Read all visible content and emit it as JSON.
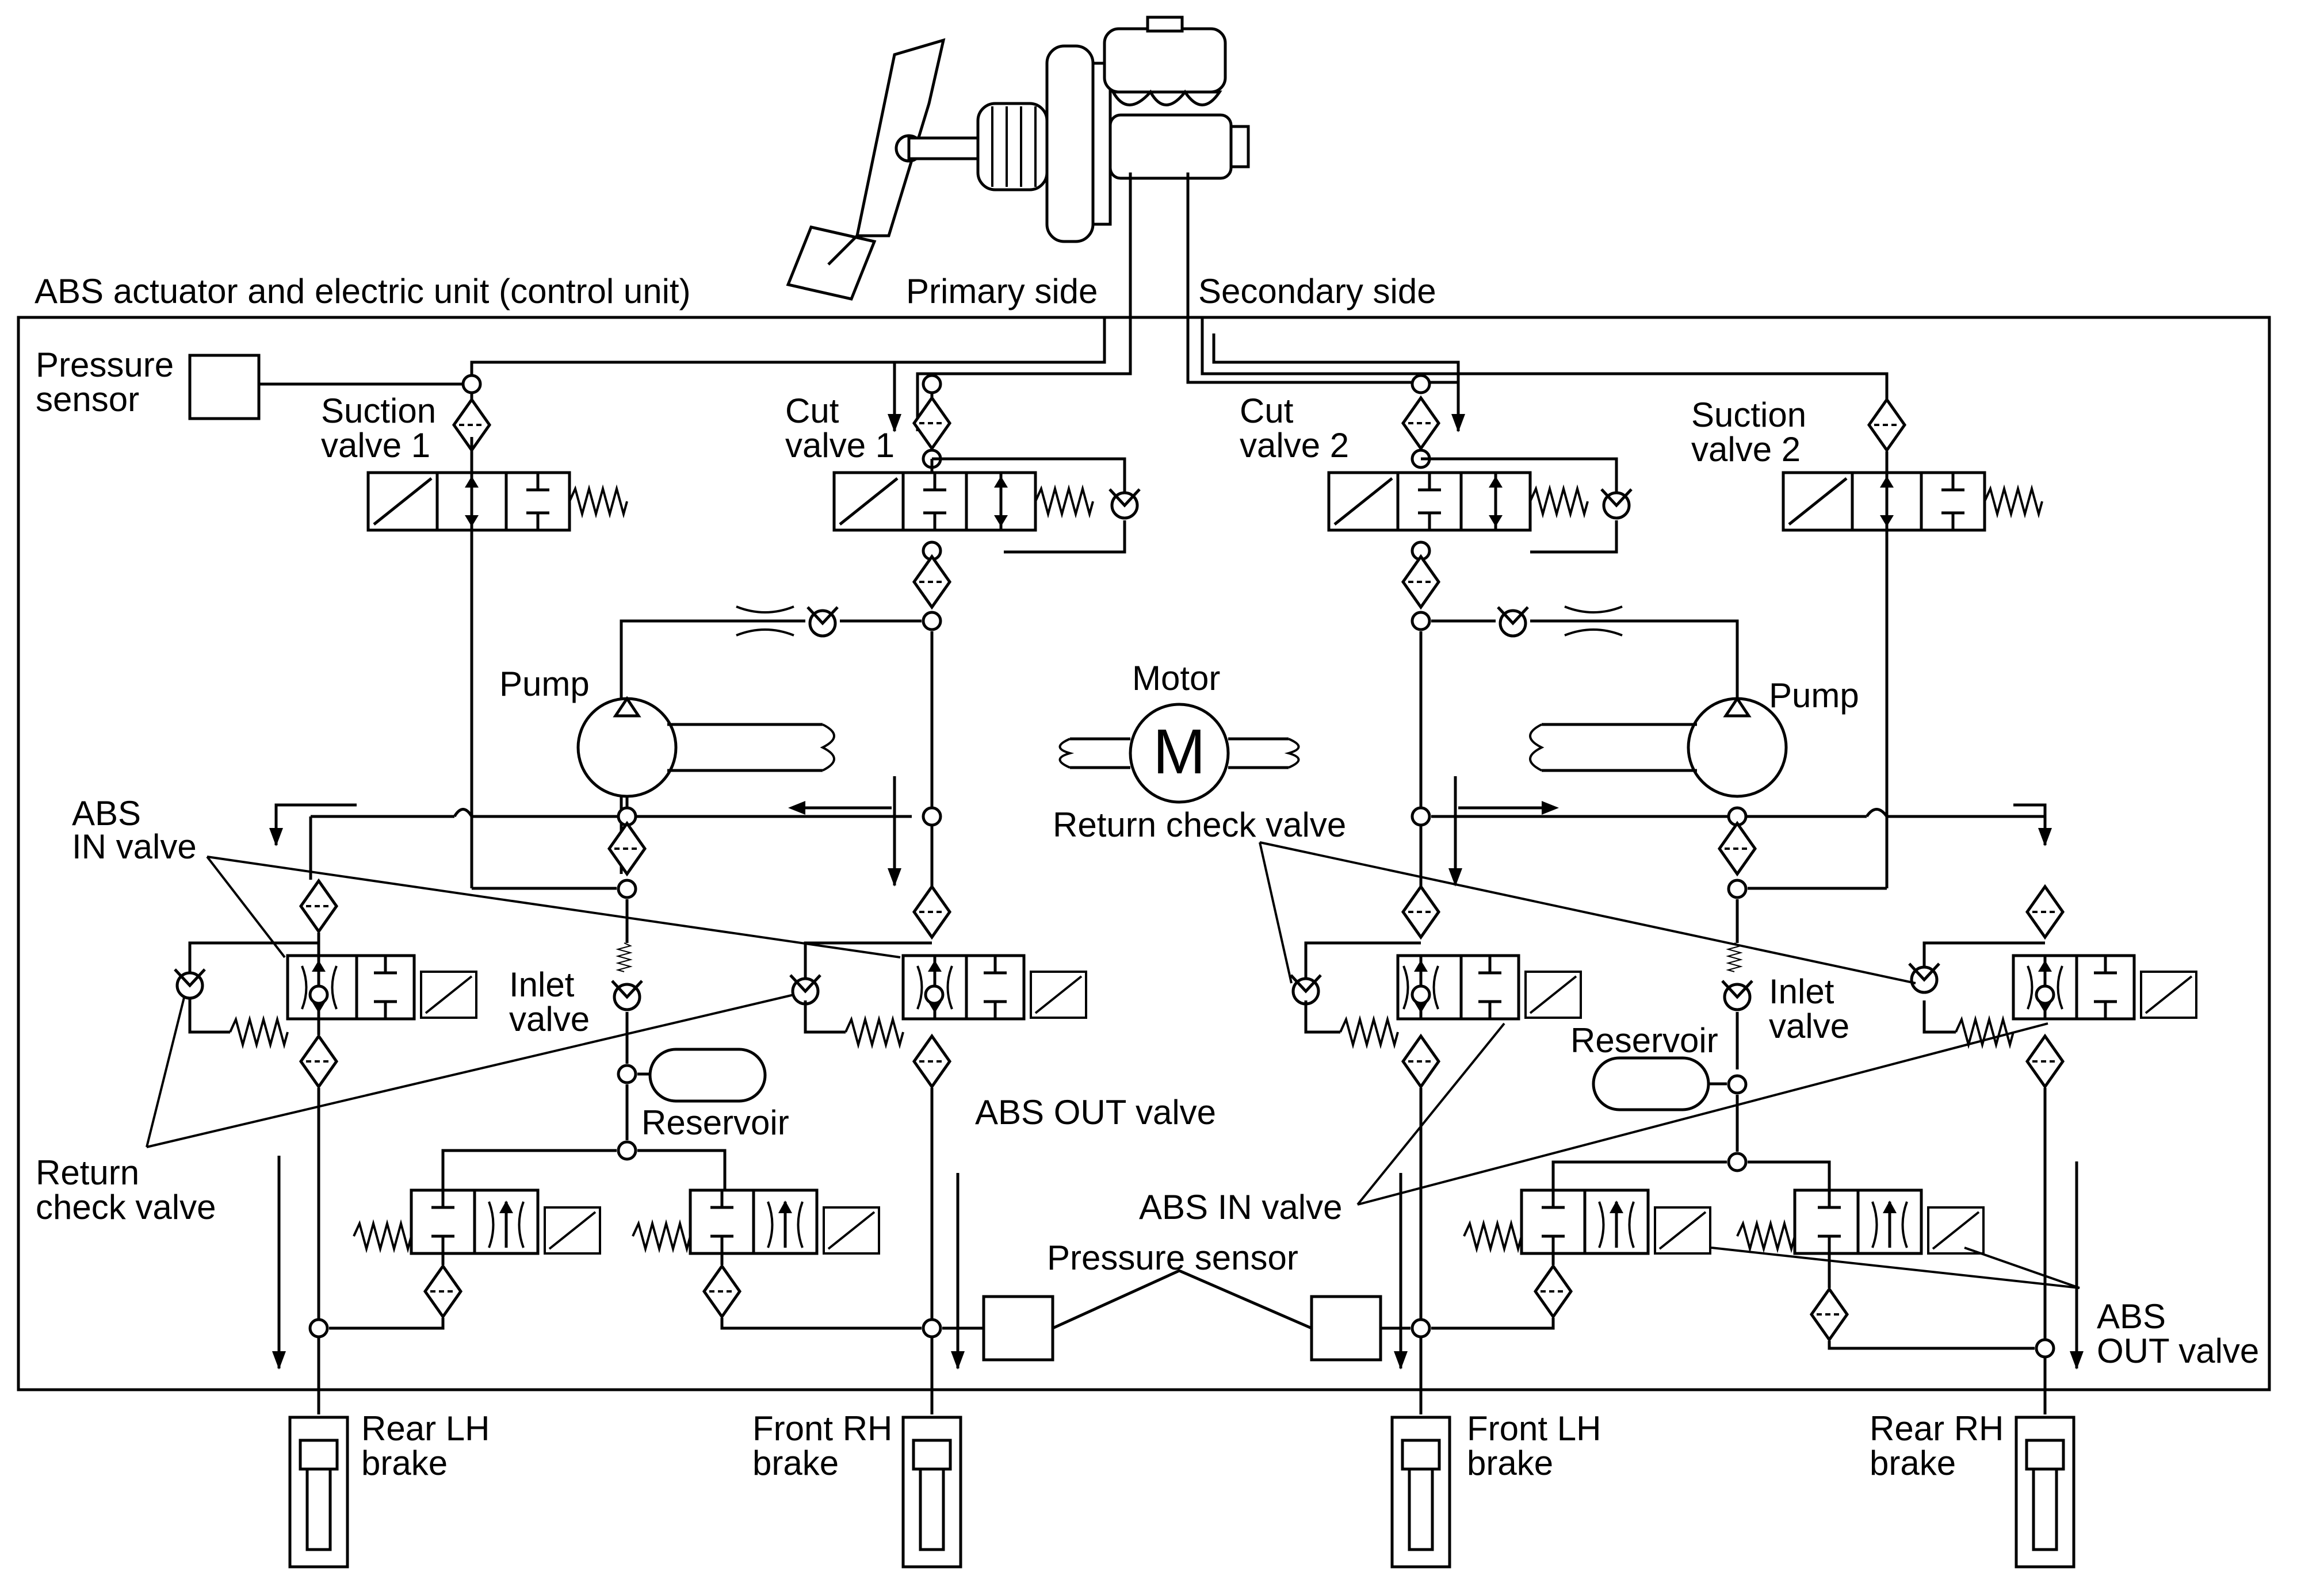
{
  "labels": {
    "unit_title": "ABS actuator and electric unit (control unit)",
    "primary_side": "Primary side",
    "secondary_side": "Secondary side",
    "pressure_sensor_top": [
      "Pressure",
      "sensor"
    ],
    "suction_valve_1": [
      "Suction",
      "valve 1"
    ],
    "cut_valve_1": [
      "Cut",
      "valve 1"
    ],
    "cut_valve_2": [
      "Cut",
      "valve 2"
    ],
    "suction_valve_2": [
      "Suction",
      "valve 2"
    ],
    "pump_left": "Pump",
    "pump_right": "Pump",
    "motor": "Motor",
    "motor_letter": "M",
    "return_check_valve_center": "Return check valve",
    "abs_in_valve_left": [
      "ABS",
      "IN valve"
    ],
    "inlet_valve_left": [
      "Inlet",
      "valve"
    ],
    "inlet_valve_right": [
      "Inlet",
      "valve"
    ],
    "reservoir_left": "Reservoir",
    "reservoir_right": "Reservoir",
    "abs_out_valve_center": "ABS OUT valve",
    "return_check_valve_left": [
      "Return",
      "check valve"
    ],
    "abs_in_valve_lower": "ABS IN valve",
    "pressure_sensor_bottom": "Pressure sensor",
    "abs_out_valve_right": [
      "ABS",
      "OUT valve"
    ],
    "rear_lh_brake": [
      "Rear LH",
      "brake"
    ],
    "front_rh_brake": [
      "Front RH",
      "brake"
    ],
    "front_lh_brake": [
      "Front LH",
      "brake"
    ],
    "rear_rh_brake": [
      "Rear RH",
      "brake"
    ]
  }
}
